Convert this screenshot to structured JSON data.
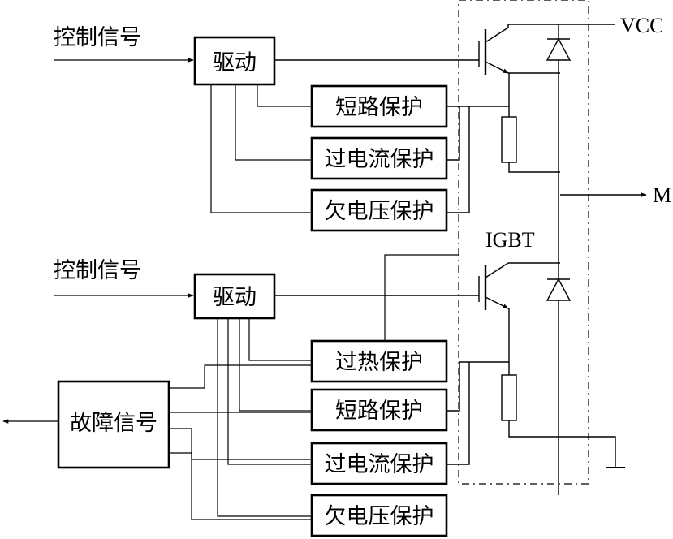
{
  "labels": {
    "control_signal_top": "控制信号",
    "control_signal_bottom": "控制信号",
    "drive_top": "驱动",
    "drive_bottom": "驱动",
    "fault_signal": "故障信号",
    "vcc": "VCC",
    "output_m": "M",
    "igbt": "IGBT"
  },
  "protections_top": [
    "短路保护",
    "过电流保护",
    "欠电压保护"
  ],
  "protections_bottom": [
    "过热保护",
    "短路保护",
    "过电流保护",
    "欠电压保护"
  ]
}
